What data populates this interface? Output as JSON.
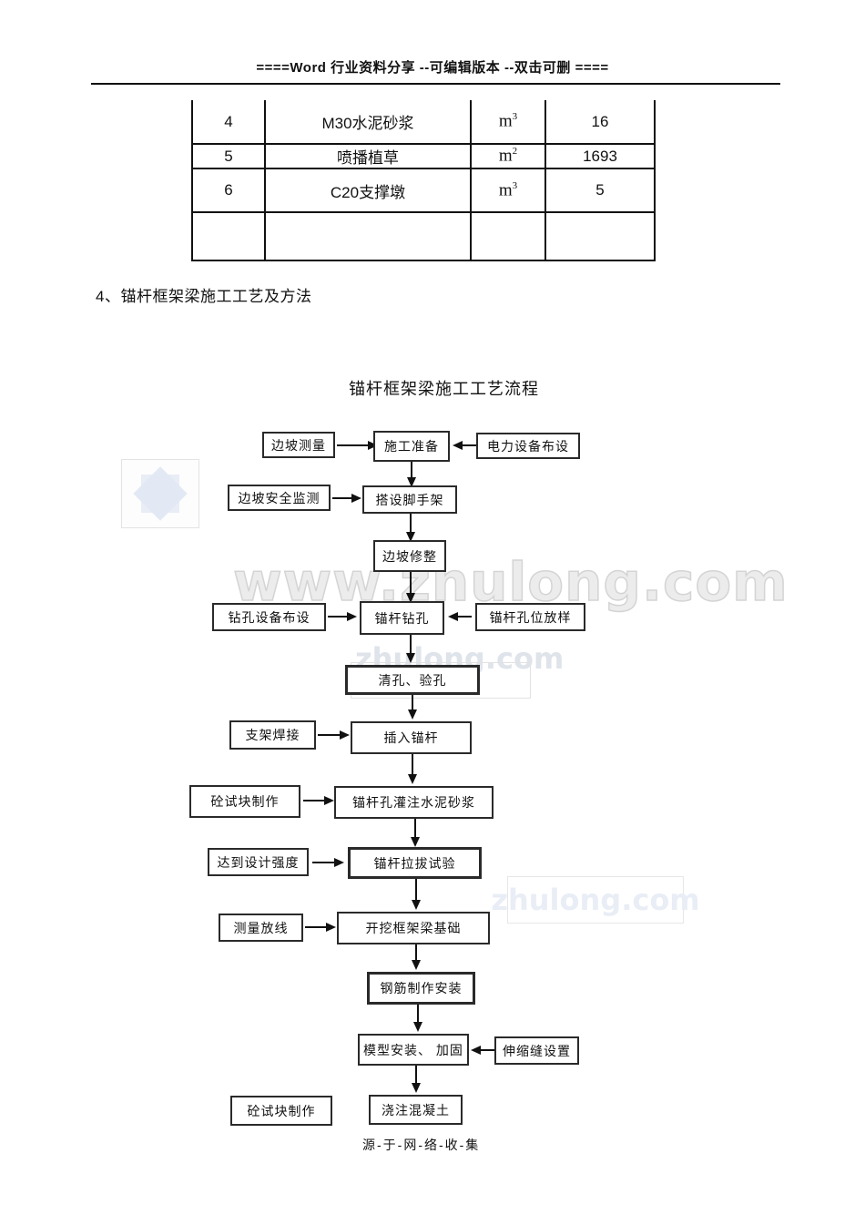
{
  "header": {
    "text": "====Word 行业资料分享 --可编辑版本 --双击可删 ===="
  },
  "table": {
    "rows": [
      {
        "no": "4",
        "item": "M30水泥砂浆",
        "unit_base": "m",
        "unit_exp": "3",
        "qty": "16"
      },
      {
        "no": "5",
        "item": "喷播植草",
        "unit_base": "m",
        "unit_exp": "2",
        "qty": "1693"
      },
      {
        "no": "6",
        "item": "C20支撑墩",
        "unit_base": "m",
        "unit_exp": "3",
        "qty": "5"
      },
      {
        "no": "",
        "item": "",
        "unit_base": "",
        "unit_exp": "",
        "qty": ""
      }
    ]
  },
  "section": {
    "heading": "4、锚杆框架梁施工工艺及方法"
  },
  "flowchart": {
    "title": "锚杆框架梁施工工艺流程",
    "nodes": {
      "slope_survey": "边坡测量",
      "construction_prep": "施工准备",
      "power_equipment": "电力设备布设",
      "slope_safety_monitor": "边坡安全监测",
      "scaffold": "搭设脚手架",
      "slope_trim": "边坡修整",
      "drill_equipment": "钻孔设备布设",
      "anchor_drill": "锚杆钻孔",
      "anchor_hole_layout": "锚杆孔位放样",
      "clean_check_hole": "清孔、验孔",
      "bracket_weld": "支架焊接",
      "insert_anchor": "插入锚杆",
      "concrete_test_block_1": "砼试块制作",
      "grout_anchor_hole": "锚杆孔灌注水泥砂浆",
      "design_strength": "达到设计强度",
      "pullout_test": "锚杆拉拔试验",
      "survey_layout": "测量放线",
      "excavate_foundation": "开挖框架梁基础",
      "rebar_install": "钢筋制作安装",
      "formwork_install": "模型安装、 加固",
      "expansion_joint": "伸缩缝设置",
      "concrete_test_block_2": "砼试块制作",
      "pour_concrete": "浇注混凝土"
    }
  },
  "watermarks": {
    "large": "www.zhulong.com",
    "small": "zhulong.com"
  },
  "footer": {
    "text": "源-于-网-络-收-集"
  },
  "colors": {
    "line": "#111111",
    "watermark_gray": "#d4d4d4",
    "watermark_blue": "#e9edf5"
  }
}
